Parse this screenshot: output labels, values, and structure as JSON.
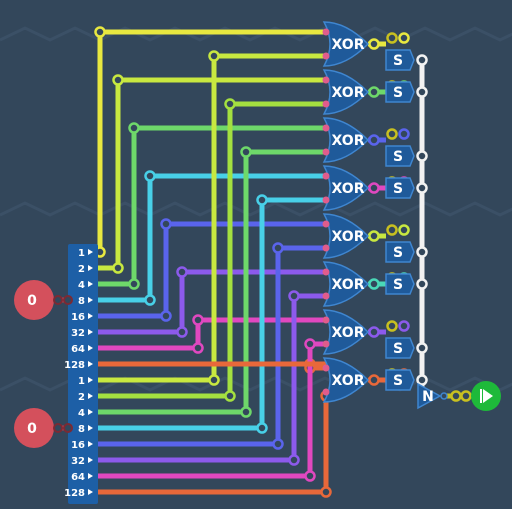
{
  "colors": {
    "background": "#33475b",
    "background_line": "#3b5066",
    "gate": "#1f5a9a",
    "gate_edge": "#3f86d0",
    "input_block": "#1d5fa6",
    "input_circle": "#d4505c",
    "output_circle": "#1eb93a",
    "bus_white": "#f2f2f2",
    "wire_orange": "#e8683a",
    "pin_pink": "#e05c8c",
    "pin_yellow": "#c8c020",
    "wire_colors": [
      "#e8e840",
      "#c8e840",
      "#a4e040",
      "#6ed86a",
      "#4ad8b8",
      "#48d0e8",
      "#5a64ec",
      "#8c5aec",
      "#c048e0",
      "#e048c0",
      "#e8683a"
    ]
  },
  "inputs": [
    {
      "value": "0",
      "bit_labels": [
        "1",
        "2",
        "4",
        "8",
        "16",
        "32",
        "64",
        "128"
      ]
    },
    {
      "value": "0",
      "bit_labels": [
        "1",
        "2",
        "4",
        "8",
        "16",
        "32",
        "64",
        "128"
      ]
    }
  ],
  "xor_gates": [
    {
      "label": "XOR"
    },
    {
      "label": "XOR"
    },
    {
      "label": "XOR"
    },
    {
      "label": "XOR"
    },
    {
      "label": "XOR"
    },
    {
      "label": "XOR"
    },
    {
      "label": "XOR"
    },
    {
      "label": "XOR"
    }
  ],
  "switches": [
    {
      "label": "S"
    },
    {
      "label": "S"
    },
    {
      "label": "S"
    },
    {
      "label": "S"
    },
    {
      "label": "S"
    },
    {
      "label": "S"
    },
    {
      "label": "S"
    },
    {
      "label": "S"
    }
  ],
  "not_gate": {
    "label": "N"
  },
  "output": {
    "icon": "play-icon"
  }
}
